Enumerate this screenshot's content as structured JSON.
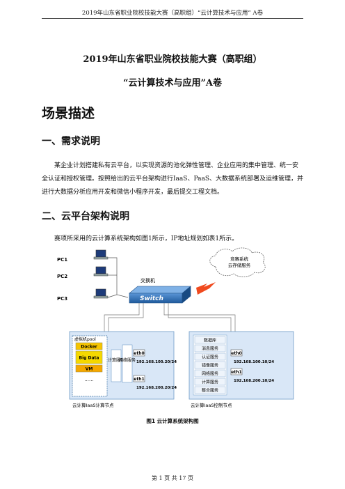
{
  "header": "2019年山东省职业院校技能大赛（高职组）“云计算技术与应用” A卷",
  "title_line1": "2019年山东省职业院校技能大赛（高职组）",
  "title_line2": "“云计算技术与应用”A卷",
  "section_title": "场景描述",
  "sec1": {
    "heading": "一、需求说明",
    "body": "某企业计划搭建私有云平台，以实现资源的池化弹性管理、企业应用的集中管理、统一安全认证和授权管理。按照给出的云平台架构进行IaaS、PaaS、大数据系统部署及运维管理，并进行大数据分析应用开发和微信小程序开发，最后提交工程文档。"
  },
  "sec2": {
    "heading": "二、云平台架构说明",
    "body": "赛项所采用的云计算系统架构如图1所示，IP地址规划如表1所示。"
  },
  "diagram": {
    "pcs": [
      "PC1",
      "PC2",
      "PC3"
    ],
    "cloud_text": [
      "竞赛系统",
      "云存储服务"
    ],
    "switch_title": "交换机",
    "switch_label": "Switch",
    "compute_node": {
      "pool_label": "虚拟机pool",
      "items": [
        "Docker",
        "Big Data",
        "VM"
      ],
      "ellipsis": "......",
      "compute_service": "计算服务",
      "network_service": "网络服务",
      "eth0": "eth0",
      "eth1": "eth1",
      "ip0": "192.168.100.20/24",
      "ip1": "192.168.200.20/24",
      "caption": "云计算IaaS计算节点"
    },
    "controller_node": {
      "services": [
        "数据库",
        "消息服务",
        "认证服务",
        "镜像服务",
        "网络服务",
        "计算服务",
        "整合服务"
      ],
      "eth0": "eth0",
      "eth1": "eth1",
      "ip0": "192.168.100.10/24",
      "ip1": "192.168.200.10/24",
      "caption": "云计算IaaS控制节点"
    },
    "colors": {
      "node_bg": "#d9e7f7",
      "node_border": "#6f9cc8",
      "pool_border": "#3a6fa0",
      "docker": "#f5c400",
      "bigdata": "#f5d800",
      "vm": "#f5a800",
      "switch": "#2f6fb5",
      "lightning": "#f04a1e"
    }
  },
  "figure_caption": "图1  云计算系统架构图",
  "footer": "第 1 页 共 17 页"
}
